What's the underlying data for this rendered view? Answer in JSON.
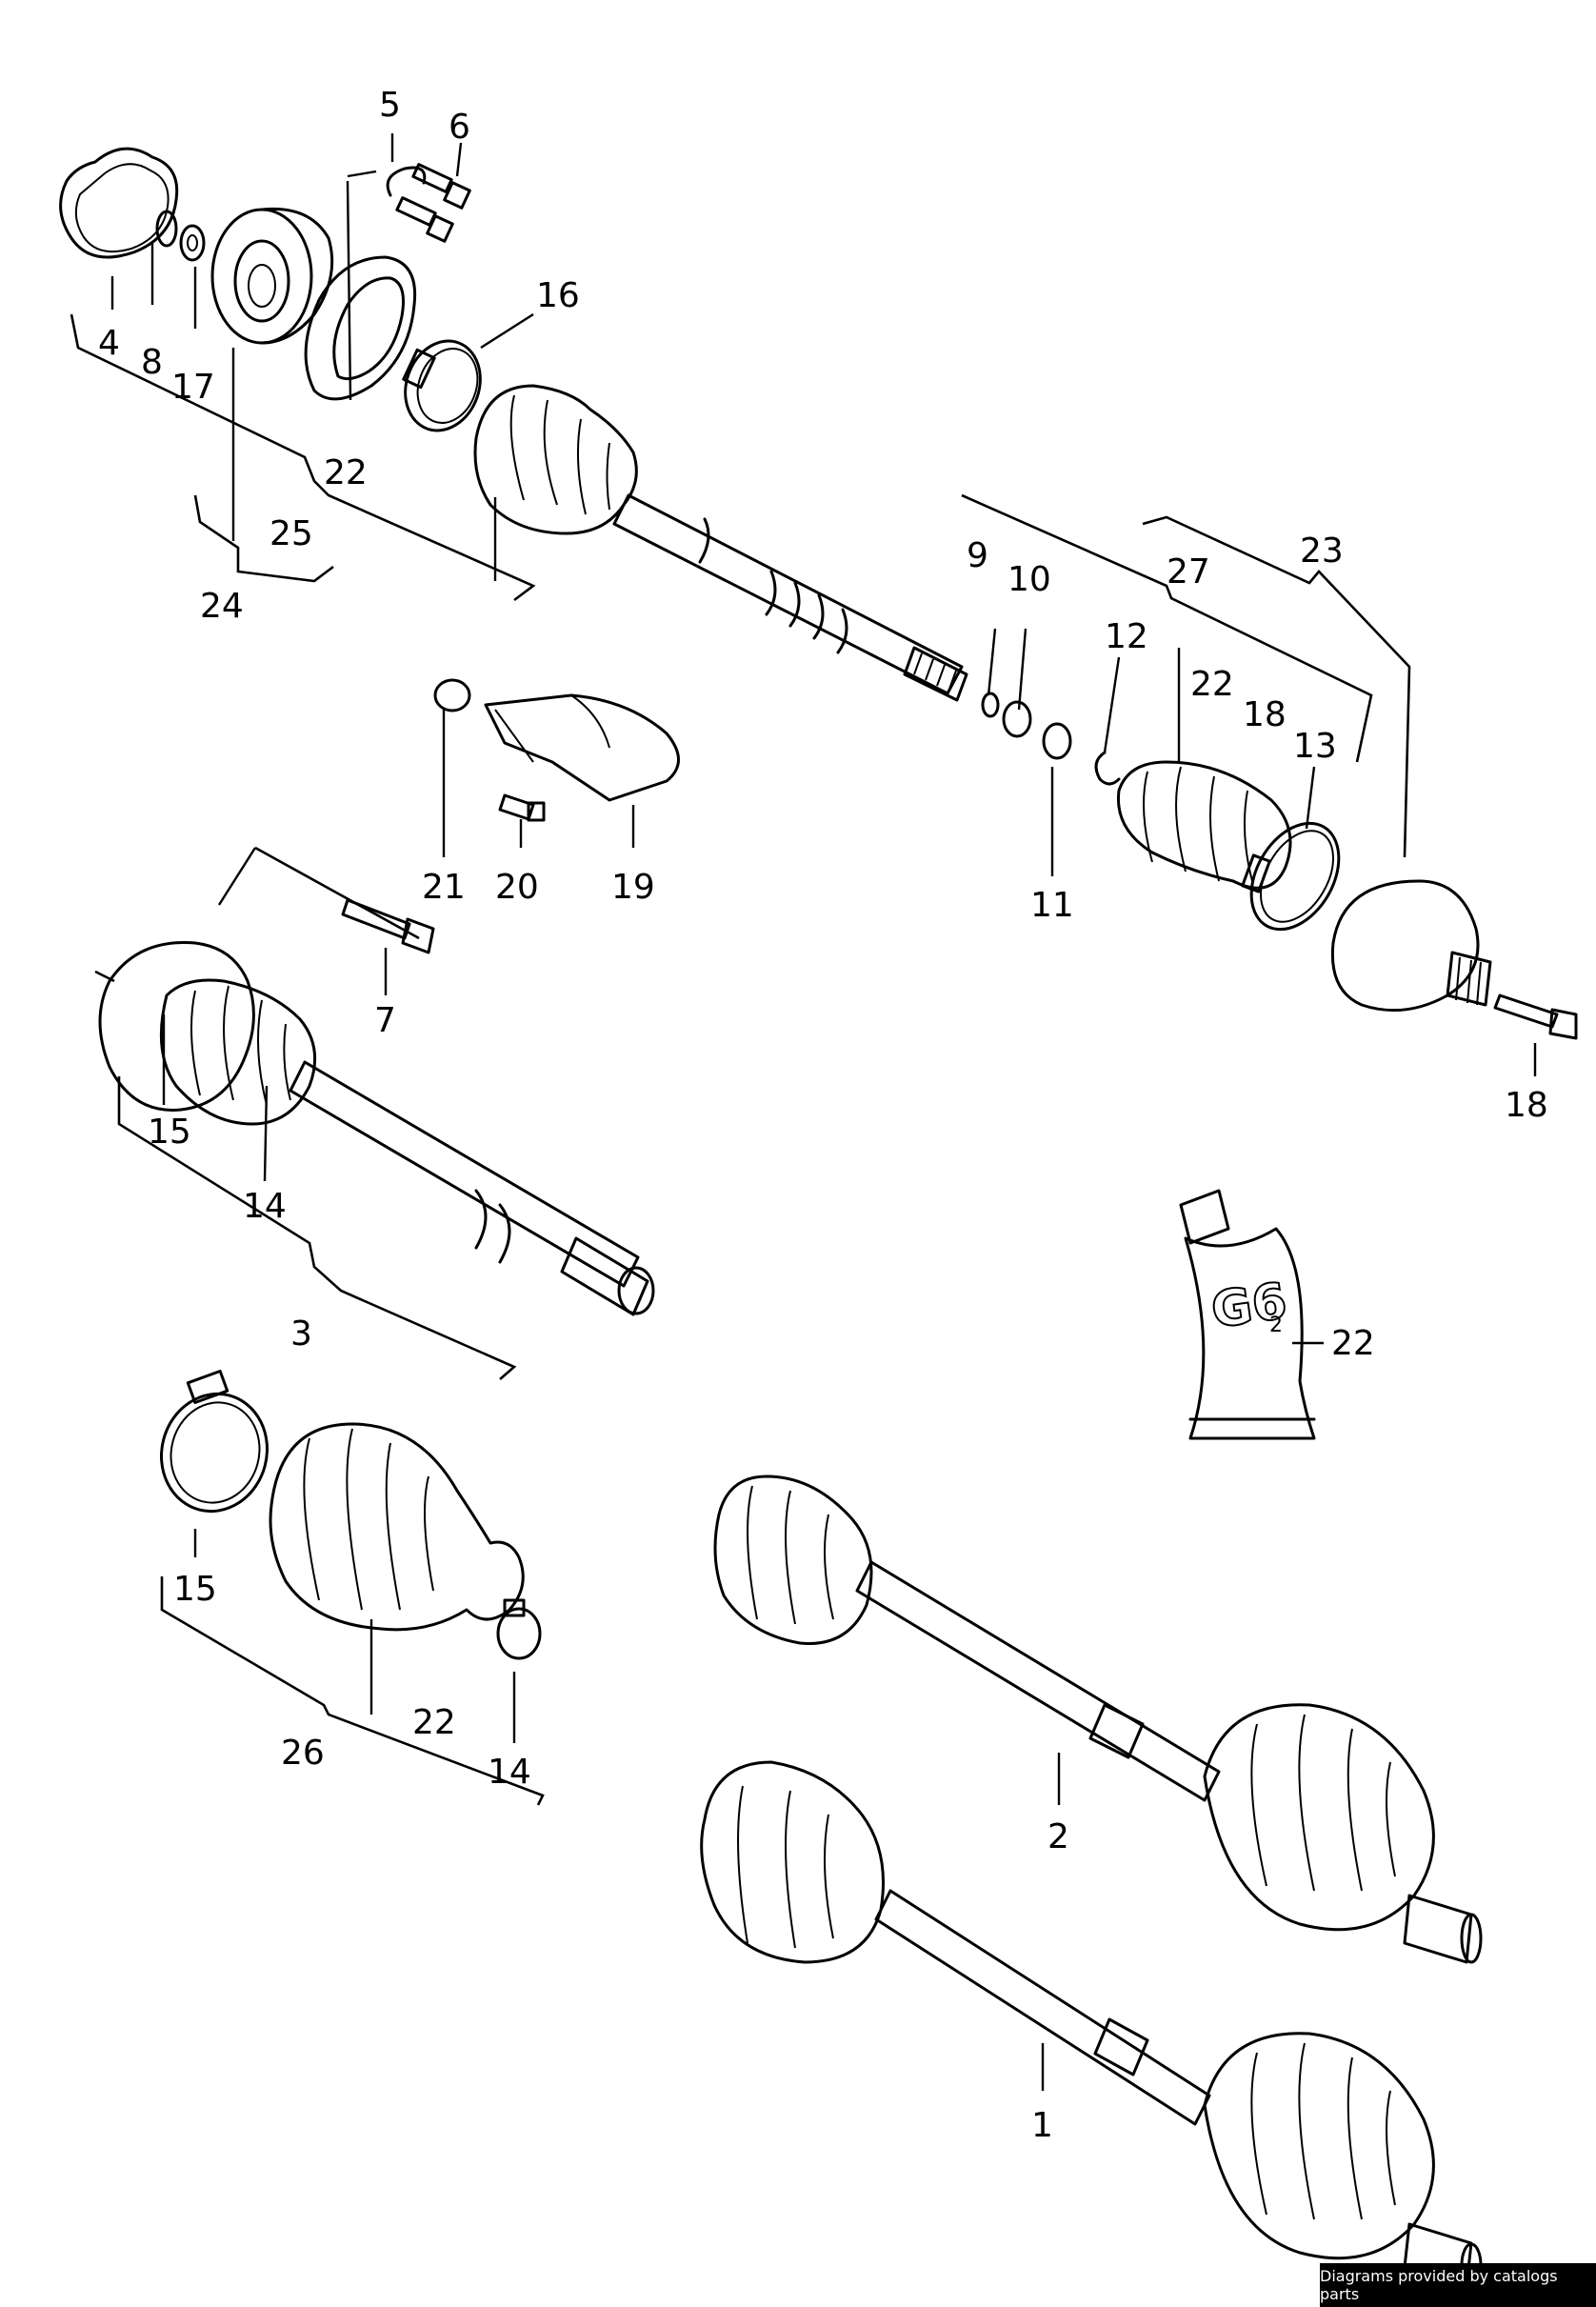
{
  "callouts": {
    "c1": "1",
    "c2": "2",
    "c3": "3",
    "c4": "4",
    "c5": "5",
    "c6": "6",
    "c7": "7",
    "c8": "8",
    "c9": "9",
    "c10": "10",
    "c11": "11",
    "c12": "12",
    "c13": "13",
    "c14a": "14",
    "c14b": "14",
    "c15a": "15",
    "c15b": "15",
    "c16": "16",
    "c17": "17",
    "c18a": "18",
    "c18b": "18",
    "c19": "19",
    "c20": "20",
    "c21": "21",
    "c22a": "22",
    "c22b": "22",
    "c22c": "22",
    "c22d": "22",
    "c23": "23",
    "c24": "24",
    "c25": "25",
    "c26": "26",
    "c27": "27"
  },
  "grease_tube": {
    "label": "G6",
    "sub": "2"
  },
  "credit": "Diagrams provided by catalogs parts",
  "icons": [
    "ring-icon",
    "boot-icon",
    "clamp-icon",
    "bolt-icon",
    "cv-joint-icon",
    "shaft-icon",
    "grease-tube-icon",
    "heat-shield-icon"
  ]
}
